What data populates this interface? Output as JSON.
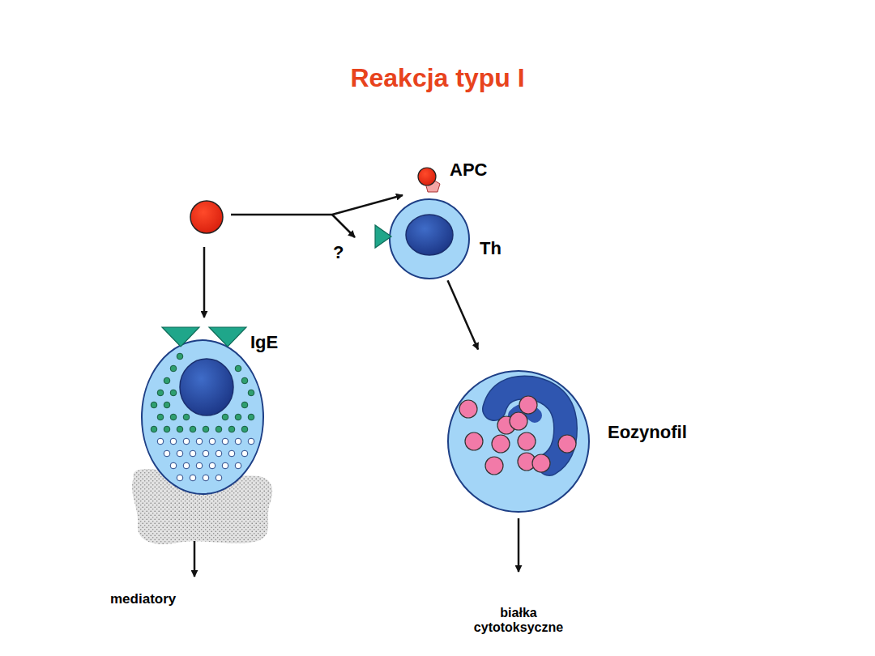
{
  "diagram": {
    "title": "Reakcja typu I",
    "nodes": [
      {
        "text": [
          "APC"
        ]
      },
      {
        "text": [
          "Th"
        ]
      },
      {
        "text": [
          "Eozynofil"
        ]
      }
    ],
    "edges": [
      {
        "from": 1,
        "to": 2,
        "arrow": "to"
      }
    ],
    "labels": [
      "IgE",
      "?",
      "mediatory",
      "białka cytotoksyczne"
    ]
  }
}
